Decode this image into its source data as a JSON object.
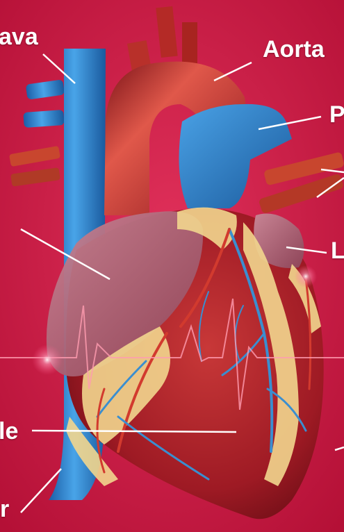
{
  "labels": {
    "cava": "ava",
    "aorta": "Aorta",
    "pulmonary": "P",
    "left": "L",
    "right_atrium": "",
    "ventricle": "le",
    "bottom_left": "r"
  },
  "colors": {
    "background": "#c8143c",
    "vein_blue": "#2f86c8",
    "artery_red": "#b8222a",
    "heart_red": "#a81e28",
    "atrium_pink": "#b86878",
    "fat_yellow": "#f0d488",
    "vessel_blue": "#3a8ed0",
    "ecg_line": "#ff9cb0"
  }
}
